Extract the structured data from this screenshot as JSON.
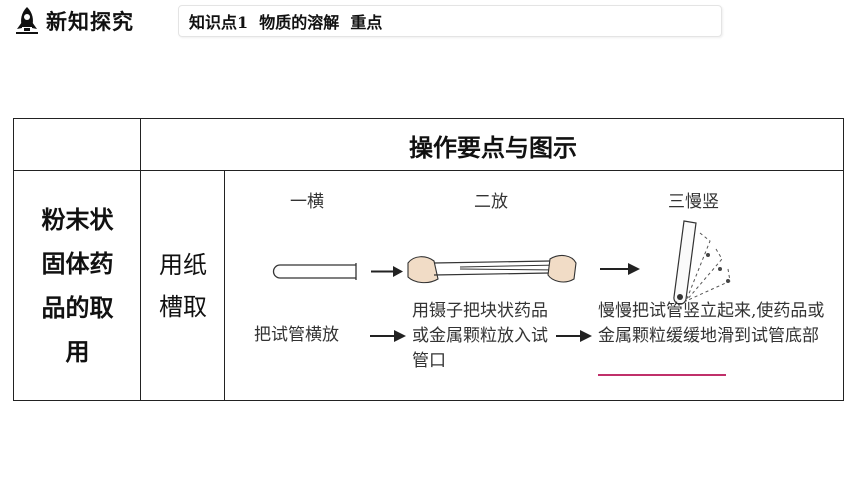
{
  "header": {
    "title": "新知探究",
    "topic": "知识点1  物质的溶解  重点"
  },
  "table": {
    "column_header": "操作要点与图示",
    "category": "粉末状固体药品的取用",
    "method": "用纸槽取",
    "steps": [
      {
        "name": "一横",
        "desc": "把试管横放"
      },
      {
        "name": "二放",
        "desc": "用镊子把块状药品或金属颗粒放入试管口"
      },
      {
        "name": "三慢竖",
        "desc": "慢慢把试管竖立起来,使药品或金属颗粒缓缓地滑到试管底部"
      }
    ]
  },
  "colors": {
    "underline": "#c0306a",
    "border": "#222222"
  }
}
